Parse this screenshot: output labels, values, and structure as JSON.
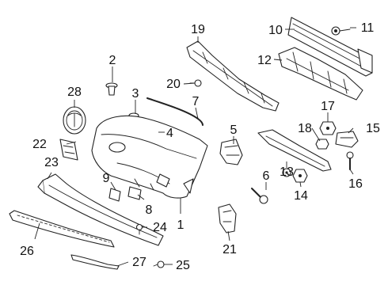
{
  "callouts": [
    {
      "id": "1",
      "part": "front-bumper-cover"
    },
    {
      "id": "2",
      "part": "clip"
    },
    {
      "id": "3",
      "part": "clip"
    },
    {
      "id": "4",
      "part": "clip"
    },
    {
      "id": "5",
      "part": "bracket"
    },
    {
      "id": "6",
      "part": "bolt"
    },
    {
      "id": "7",
      "part": "molding"
    },
    {
      "id": "8",
      "part": "cap"
    },
    {
      "id": "9",
      "part": "cap"
    },
    {
      "id": "10",
      "part": "reinforcement-bar"
    },
    {
      "id": "11",
      "part": "bolt"
    },
    {
      "id": "12",
      "part": "energy-absorber"
    },
    {
      "id": "13",
      "part": "nut"
    },
    {
      "id": "14",
      "part": "nut"
    },
    {
      "id": "15",
      "part": "bracket"
    },
    {
      "id": "16",
      "part": "bolt"
    },
    {
      "id": "17",
      "part": "nut"
    },
    {
      "id": "18",
      "part": "nut"
    },
    {
      "id": "19",
      "part": "upper-retainer"
    },
    {
      "id": "20",
      "part": "screw"
    },
    {
      "id": "21",
      "part": "bracket"
    },
    {
      "id": "22",
      "part": "bracket"
    },
    {
      "id": "23",
      "part": "lower-garnish"
    },
    {
      "id": "24",
      "part": "screw"
    },
    {
      "id": "25",
      "part": "screw"
    },
    {
      "id": "26",
      "part": "lower-molding"
    },
    {
      "id": "27",
      "part": "molding"
    },
    {
      "id": "28",
      "part": "emblem"
    }
  ]
}
